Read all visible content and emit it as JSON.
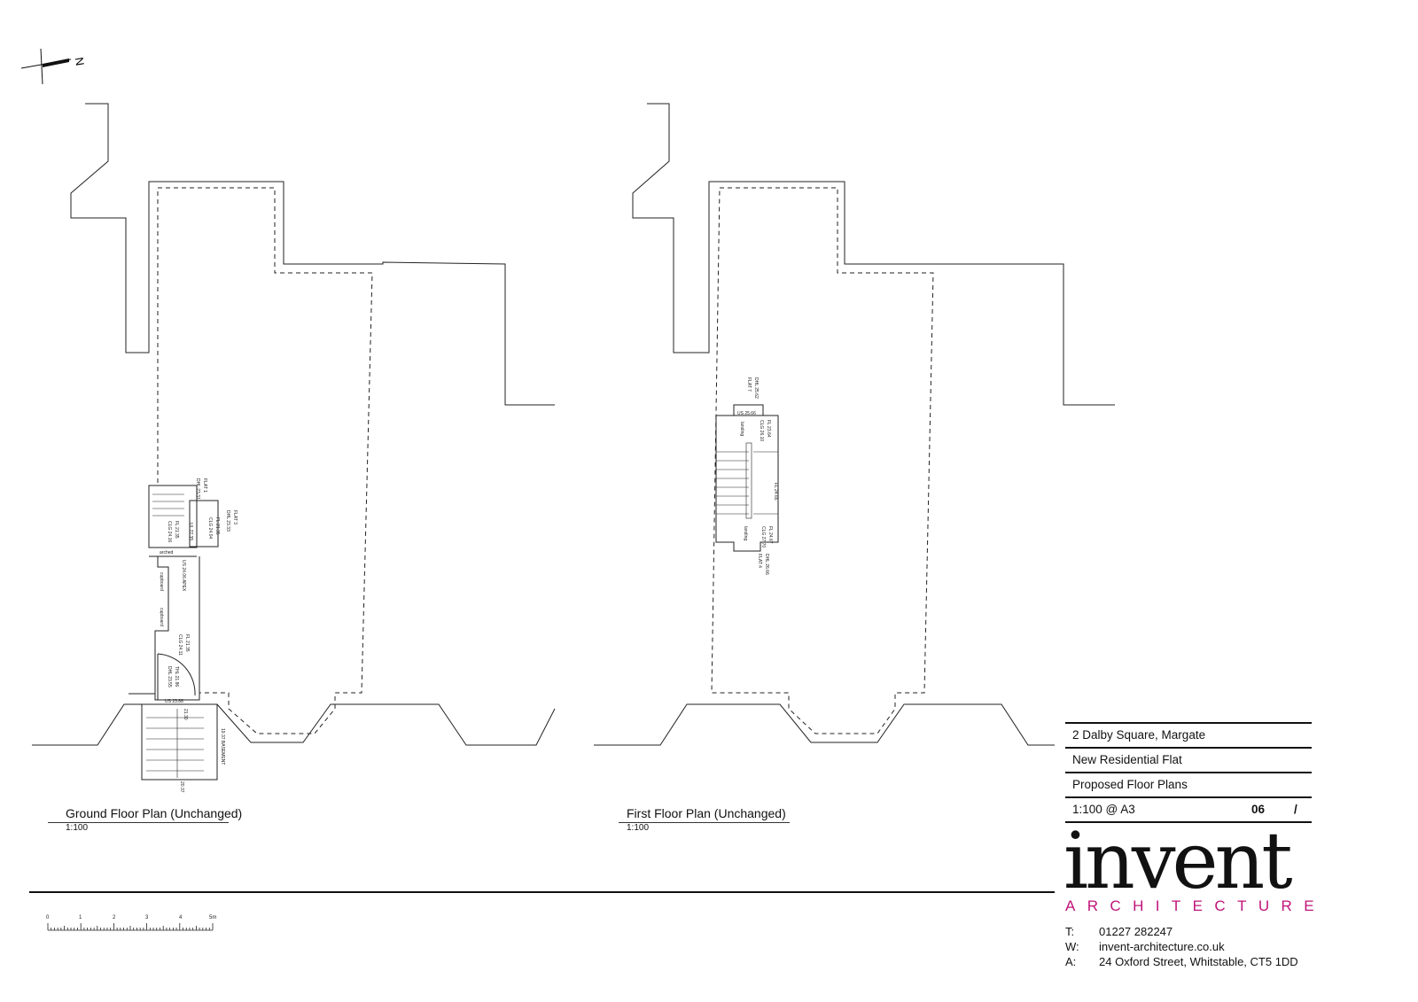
{
  "north_arrow": {
    "label": "N"
  },
  "plans": [
    {
      "title": "Ground Floor Plan (Unchanged)",
      "scale": "1:100",
      "annotations": [
        "FLAT 1",
        "DHL 23.31",
        "FLAT 3",
        "DHL 23.33",
        "FL 21.35",
        "CLG 24.16",
        "FL 21.35",
        "CLG 24.04",
        "UL 22.35",
        "arched",
        "US 24.06 APEX",
        "cupboard",
        "cupboard",
        "FL 21.35",
        "CLG 24.11",
        "THL 21.86",
        "DHL 23.55",
        "US 23.88",
        "21.30",
        "19.37 BASEMENT",
        "20.37"
      ]
    },
    {
      "title": "First Floor Plan (Unchanged)",
      "scale": "1:100",
      "annotations": [
        "DHL 25.62",
        "FLAT 7",
        "US 25.66",
        "FL 23.64",
        "CLG 26.10",
        "landing",
        "FL 24.65",
        "FL 24.67",
        "CLG 27.70",
        "landing",
        "DHL 26.66",
        "FLAT 4"
      ]
    }
  ],
  "scale_bar": {
    "ticks": [
      "0",
      "1",
      "2",
      "3",
      "4",
      "5m"
    ]
  },
  "title_block": {
    "address": "2 Dalby Square, Margate",
    "project": "New Residential Flat",
    "drawing": "Proposed Floor Plans",
    "scale": "1:100 @ A3",
    "sheet": "06",
    "slash": "/"
  },
  "logo": {
    "word": "invent",
    "sub": "ARCHITECTURE",
    "accent": "#c0137a"
  },
  "contact": [
    {
      "key": "T:",
      "value": "01227 282247"
    },
    {
      "key": "W:",
      "value": "invent-architecture.co.uk"
    },
    {
      "key": "A:",
      "value": "24 Oxford Street, Whitstable, CT5 1DD"
    }
  ]
}
